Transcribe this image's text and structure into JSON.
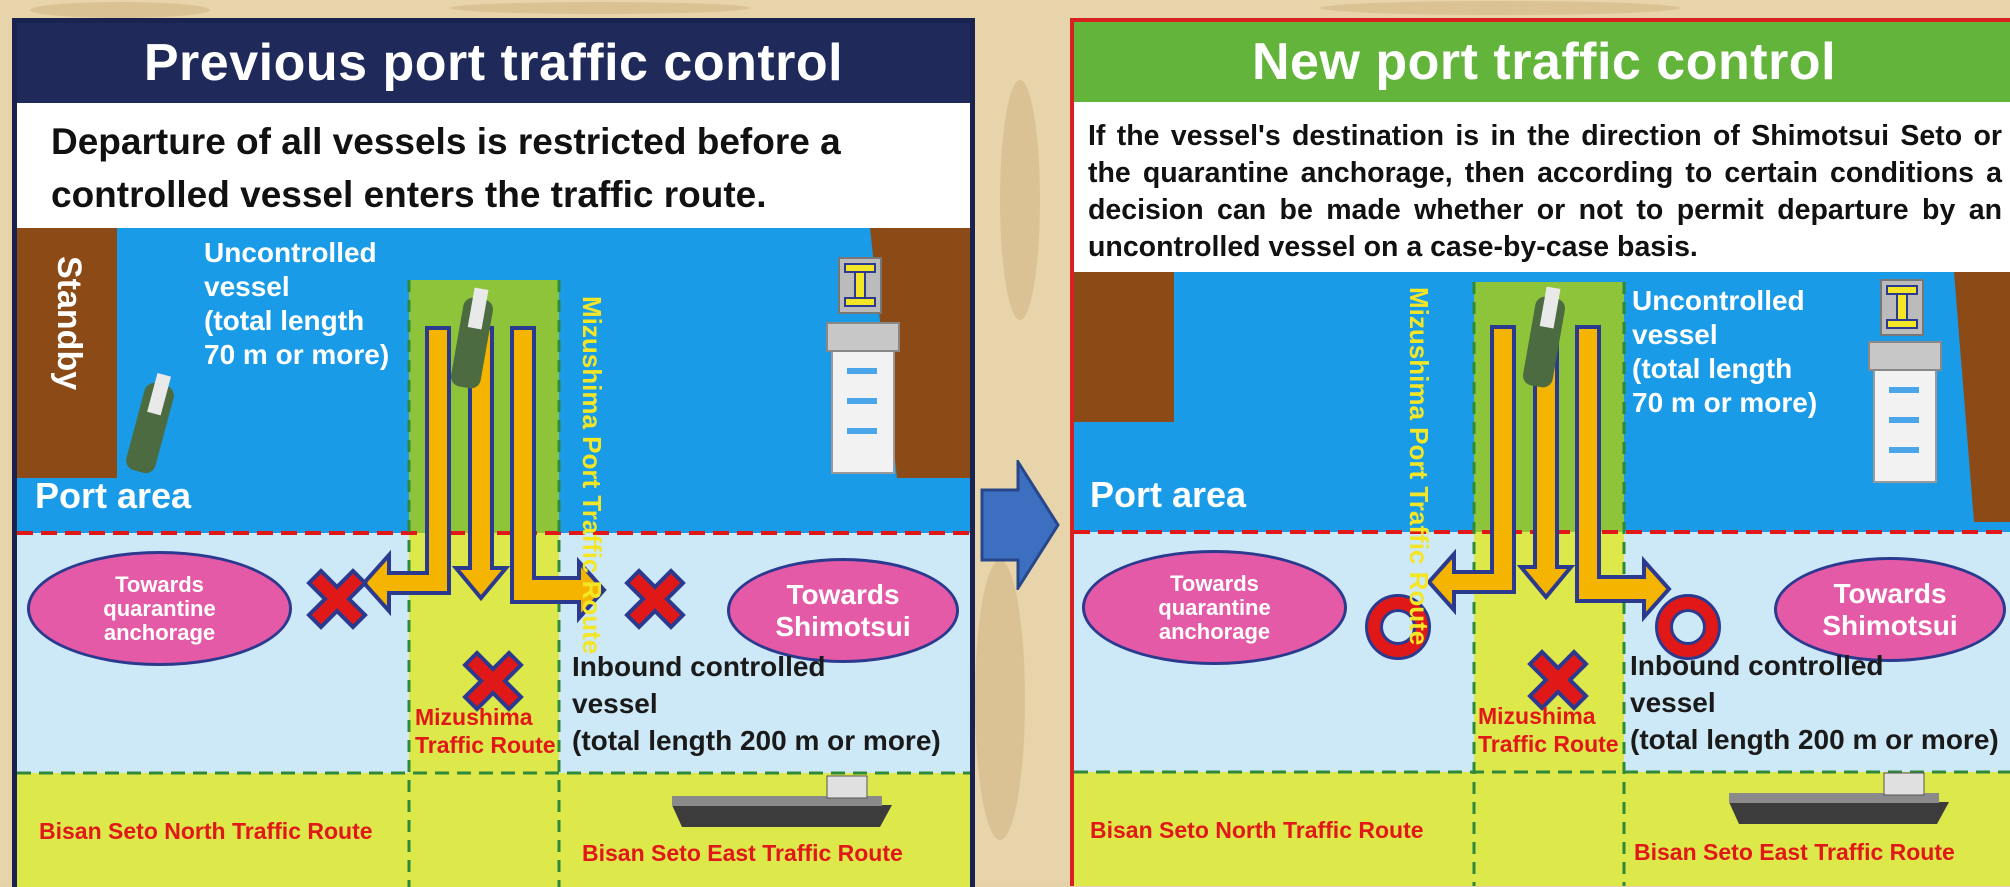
{
  "colors": {
    "sea": "#1a9be8",
    "route": "#cde8f6",
    "yellow": "#dde84a",
    "green": "#8ec43a",
    "pink": "#e55aa6",
    "red": "#e01818",
    "navy": "#1f2a5a",
    "brand_green": "#62b53a",
    "brown": "#8b4a16"
  },
  "left": {
    "title": "Previous port traffic control",
    "description": "Departure of all vessels is restricted before a controlled vessel enters the traffic route.",
    "standby": "Standby",
    "uncontrolled": [
      "Uncontrolled",
      "vessel",
      "(total length",
      "70 m or more)"
    ],
    "port_area": "Port area",
    "port_route": "Mizushima Port Traffic Route",
    "towards_quarantine": [
      "Towards",
      "quarantine",
      "anchorage"
    ],
    "towards_shimotsui": [
      "Towards",
      "Shimotsui"
    ],
    "inbound": [
      "Inbound controlled",
      "vessel",
      "(total length 200 m or more)"
    ],
    "mizushima": [
      "Mizushima",
      "Traffic Route"
    ],
    "bisan_north": "Bisan Seto North Traffic Route",
    "bisan_east": "Bisan Seto East Traffic Route",
    "marks": [
      "x",
      "x",
      "x"
    ]
  },
  "right": {
    "title": "New port traffic control",
    "description": "If the vessel's destination is in the direction of Shimotsui Seto or the quarantine anchorage, then according to certain conditions a decision can be made whether or not to permit departure by an uncontrolled vessel on a case-by-case basis.",
    "uncontrolled": [
      "Uncontrolled",
      "vessel",
      "(total length",
      "70 m or more)"
    ],
    "port_area": "Port area",
    "port_route": "Mizushima Port Traffic Route",
    "towards_quarantine": [
      "Towards",
      "quarantine",
      "anchorage"
    ],
    "towards_shimotsui": [
      "Towards",
      "Shimotsui"
    ],
    "inbound": [
      "Inbound controlled",
      "vessel",
      "(total length 200 m or more)"
    ],
    "mizushima": [
      "Mizushima",
      "Traffic Route"
    ],
    "bisan_north": "Bisan Seto North Traffic Route",
    "bisan_east": "Bisan Seto East Traffic Route",
    "marks": [
      "o",
      "o",
      "x"
    ]
  },
  "icons": [
    "transition-arrow-icon",
    "control-tower-icon",
    "tugboat-icon",
    "cargo-ship-icon",
    "prohibited-x-icon",
    "permitted-o-icon"
  ]
}
